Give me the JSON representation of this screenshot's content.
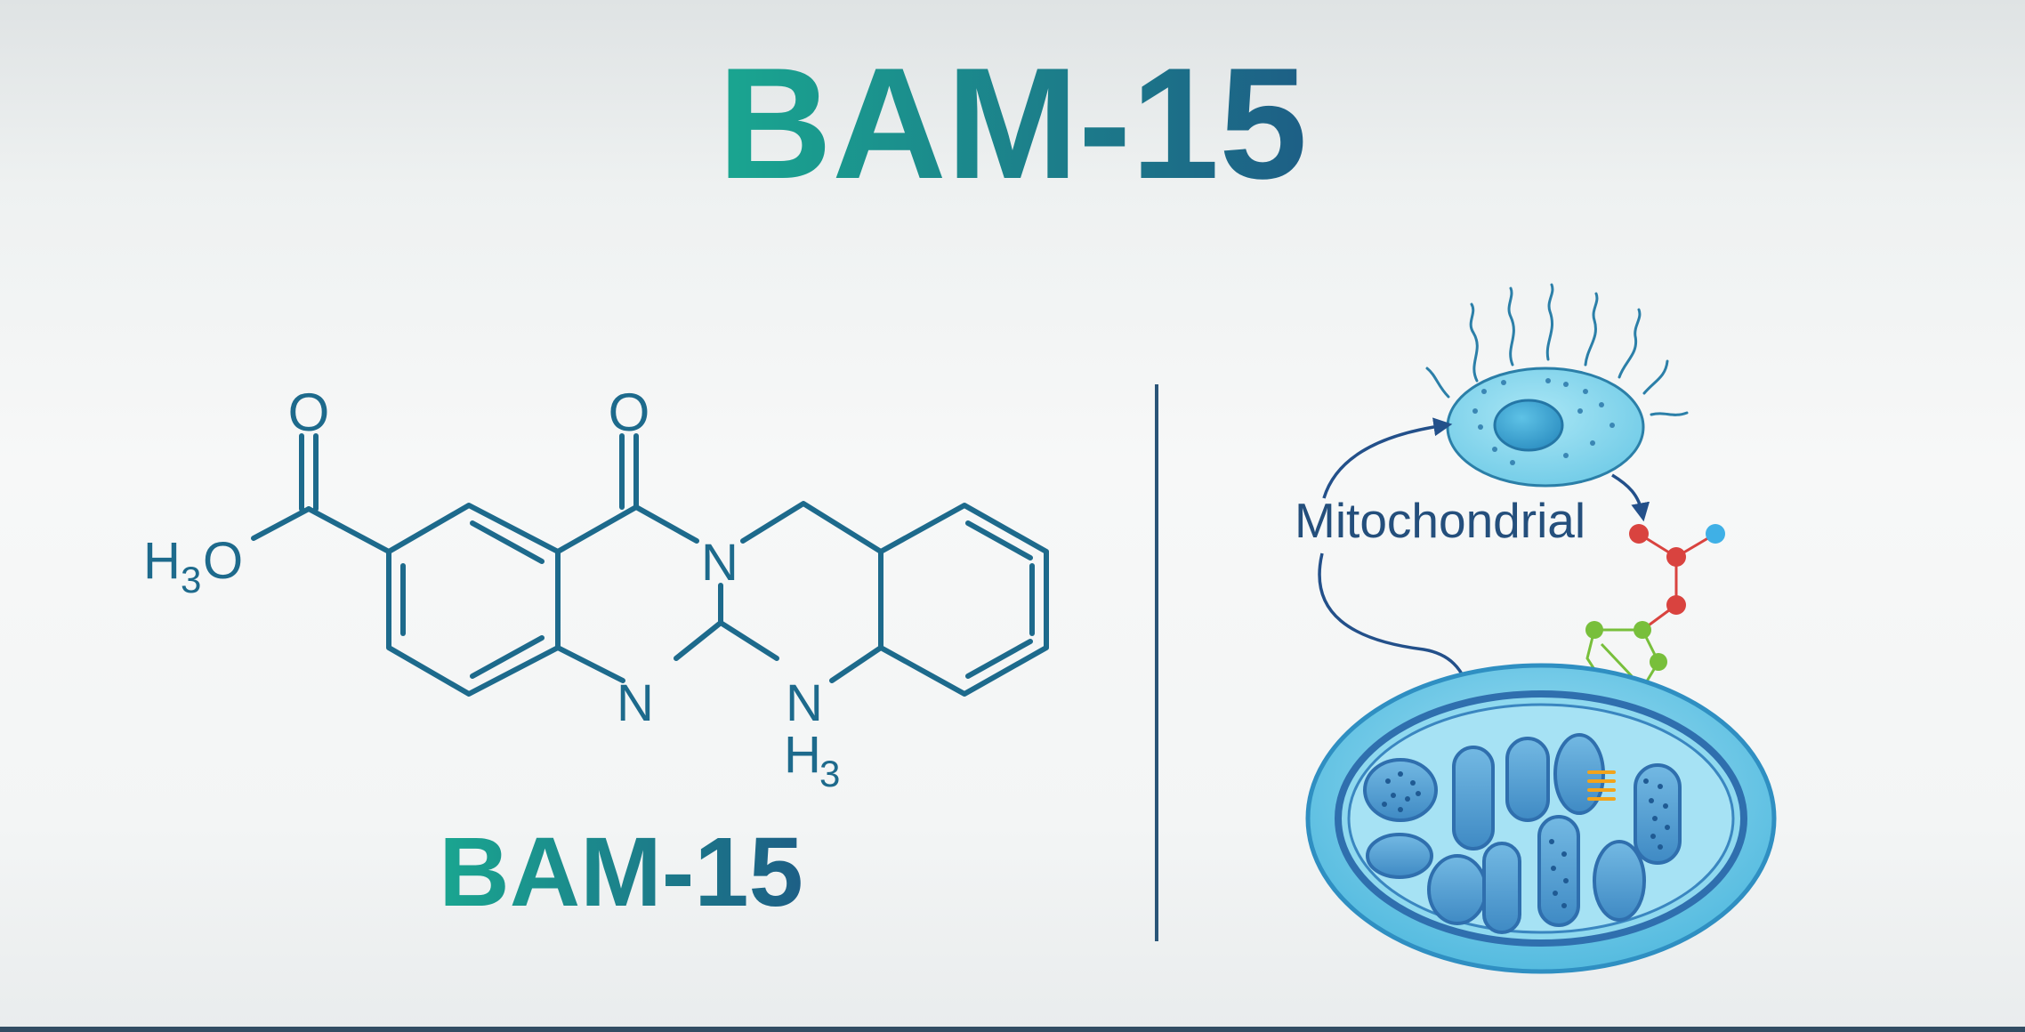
{
  "title": "BAM-15",
  "molecule": {
    "name": "BAM-15",
    "atoms": {
      "ester_oxygen": "O",
      "carbonyl_oxygen": "O",
      "ketone_oxygen": "O",
      "methyl_h": "H",
      "methyl_sub": "3",
      "methyl_o": "O",
      "ring_n_top": "N",
      "ring_n_bottom": "N",
      "amine_n": "N",
      "amine_h": "H",
      "amine_sub": "3"
    }
  },
  "illustration": {
    "label": "Mitochondrial"
  },
  "colors": {
    "bond": "#1d6a8c",
    "title_start": "#1aa08f",
    "title_end": "#1d5f86",
    "divider": "#2a5578",
    "cell_fill": "#7fd3ea",
    "mito_outer": "#5cc3e2",
    "mito_inner": "#2f7fb6",
    "arrow": "#23508a",
    "atom_red": "#d9433f",
    "atom_blue": "#3fb0e6",
    "atom_green": "#78bf3b",
    "orange_tag": "#f2a31b",
    "footer": "#324c63"
  }
}
